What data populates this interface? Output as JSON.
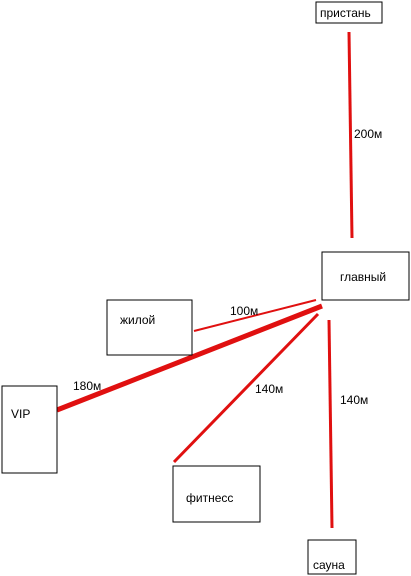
{
  "nodes": [
    {
      "id": "pier",
      "label": "пристань"
    },
    {
      "id": "main",
      "label": "главный"
    },
    {
      "id": "residential",
      "label": "жилой"
    },
    {
      "id": "vip",
      "label": "VIP"
    },
    {
      "id": "fitness",
      "label": "фитнесс"
    },
    {
      "id": "sauna",
      "label": "сауна"
    }
  ],
  "edges": [
    {
      "id": "main-pier",
      "from": "main",
      "to": "pier",
      "label": "200м",
      "emphasis": "normal"
    },
    {
      "id": "main-residential",
      "from": "main",
      "to": "residential",
      "label": "100м",
      "emphasis": "thin"
    },
    {
      "id": "main-vip",
      "from": "main",
      "to": "vip",
      "label": "180м",
      "emphasis": "thick"
    },
    {
      "id": "main-fitness",
      "from": "main",
      "to": "fitness",
      "label": "140м",
      "emphasis": "normal"
    },
    {
      "id": "main-sauna",
      "from": "main",
      "to": "sauna",
      "label": "140м",
      "emphasis": "normal"
    }
  ],
  "colors": {
    "line": "#e01010",
    "box_border": "#000000",
    "text": "#000000"
  }
}
